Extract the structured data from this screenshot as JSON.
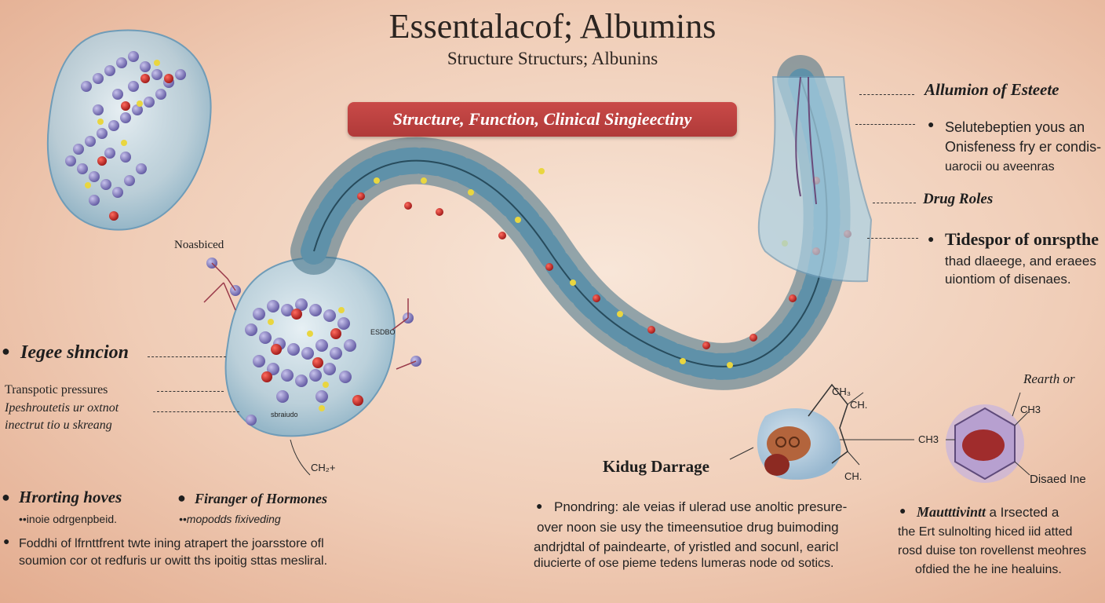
{
  "header": {
    "title": "Essentalacof; Albumins",
    "subtitle": "Structure Structurs; Albunins",
    "banner": "Structure, Function, Clinical Singieectiny"
  },
  "labels": {
    "nonsbiced": "Noasbiced",
    "molecule_tag_1": "ESDBO",
    "molecule_tag_2": "sbraiudo",
    "ch_bottom": "CH₂+",
    "ch3_a": "CH₃",
    "ch_b": "CH.",
    "ch_c": "CH.",
    "ch3_left": "CH3",
    "ch3_right": "CH3",
    "rearth": "Rearth or",
    "disaed": "Disaed Ine"
  },
  "left": {
    "heading1": "Iegee shncion",
    "lines": [
      "Transpotic pressures",
      "Ipeshroutetis ur oxtnot",
      "inectrut tio u skreang"
    ],
    "heading2": "Hrorting hoves",
    "sub2": "••inoie odrgenpbeid.",
    "heading3": "Firanger of Hormones",
    "sub3": "••mopodds fixiveding",
    "para": [
      "Foddhi of lfrnttfrent twte ining atrapert the joarsstore ofl",
      "soumion cor ot redfuris ur owitt ths ipoitig sttas mesliral."
    ]
  },
  "right": {
    "heading1": "Allumion of Esteete",
    "lines1": [
      "Selutebeptien yous an",
      "Onisfeness fry er condis-",
      "uarocii ou aveenras"
    ],
    "heading2": "Drug Roles",
    "heading3": "Tidespor of onrspthe",
    "lines3": [
      "thad dlaeege, and eraees",
      "uiontiom of disenaes."
    ]
  },
  "bottom": {
    "kidney": "Kidug Darrage",
    "center_para": [
      "Pnondring: ale veias if ulerad use anoltic presure-",
      "over noon sie usy the timeensutioe drug buimoding",
      "andrjdtal of paindearte, of yristled and socunl, earicl",
      "diucierte of ose pieme tedens lumeras node od sotics."
    ],
    "right_heading": "Mautttivintt",
    "right_heading_rest": "a Irsected a",
    "right_lines": [
      "the Ert sulnolting hiced iid atted",
      "rosd duise ton rovellenst meohres",
      "ofdied the he ine healuins."
    ]
  }
}
